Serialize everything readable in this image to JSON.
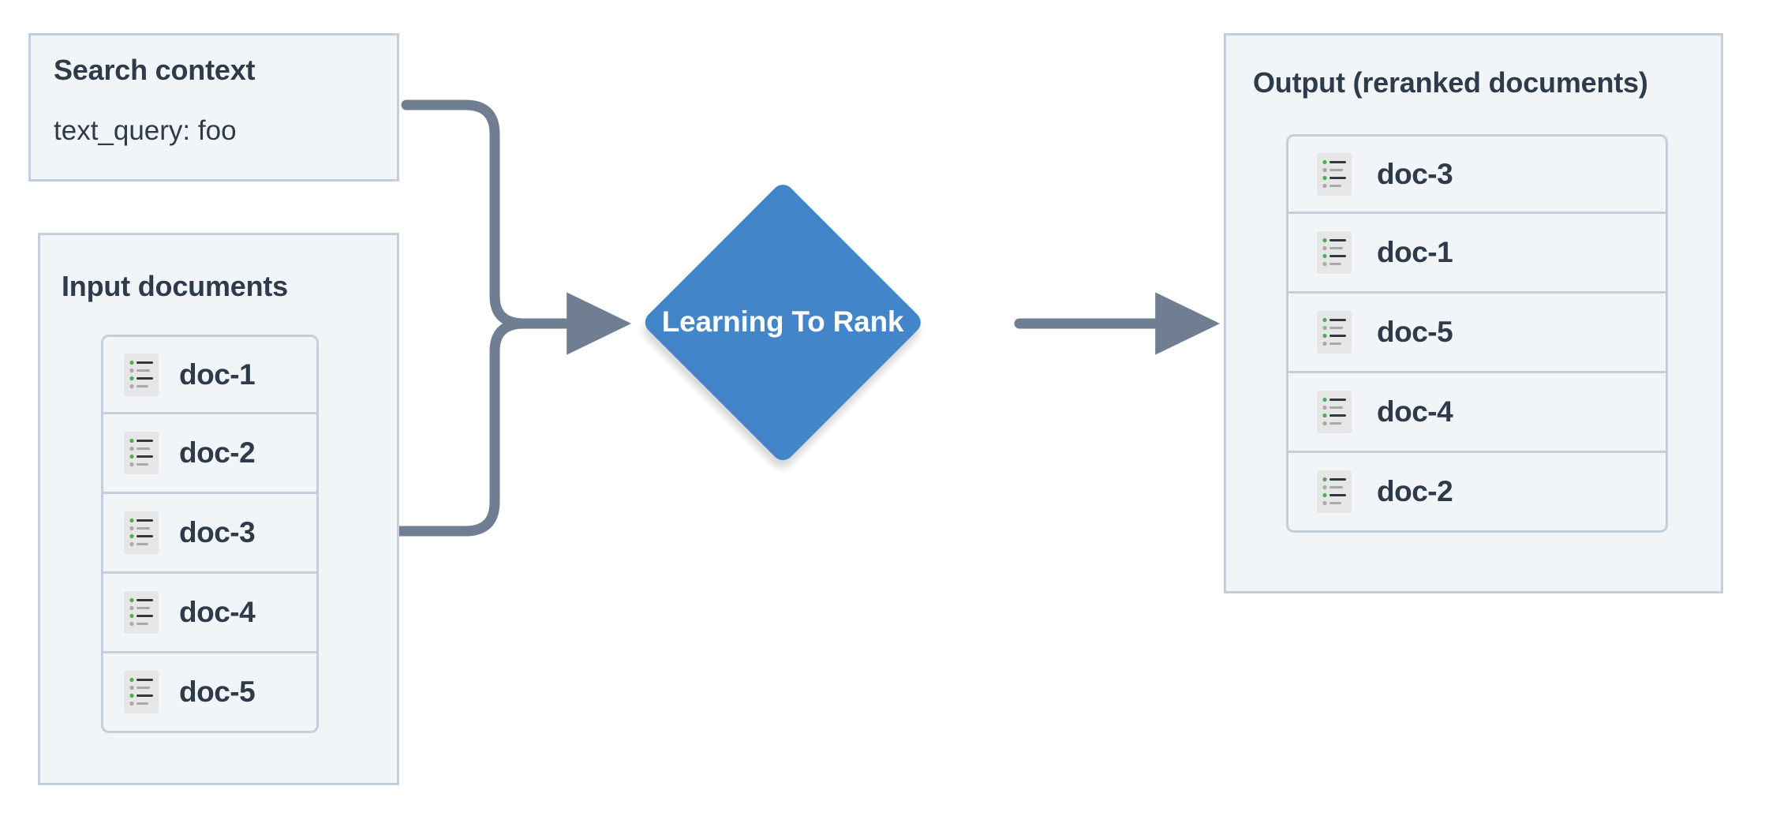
{
  "diagram": {
    "title": "Learning To Rank reranking flow",
    "background_color": "#ffffff",
    "accent_color": "#4285c9",
    "panel_fill": "#f2f5f7",
    "panel_border": "#c3d0dc",
    "text_color": "#2d3b4a",
    "connector_color": "#6f7f91"
  },
  "search_context": {
    "title": "Search context",
    "query_line": "text_query: foo"
  },
  "input": {
    "title": "Input documents",
    "documents": [
      {
        "label": "doc-1",
        "icon": "document-list-icon"
      },
      {
        "label": "doc-2",
        "icon": "document-list-icon"
      },
      {
        "label": "doc-3",
        "icon": "document-list-icon"
      },
      {
        "label": "doc-4",
        "icon": "document-list-icon"
      },
      {
        "label": "doc-5",
        "icon": "document-list-icon"
      }
    ]
  },
  "process": {
    "label": "Learning To Rank",
    "shape": "diamond",
    "fill": "#4285c9",
    "text_color": "#ffffff"
  },
  "output": {
    "title": "Output (reranked documents)",
    "documents": [
      {
        "label": "doc-3",
        "icon": "document-list-icon"
      },
      {
        "label": "doc-1",
        "icon": "document-list-icon"
      },
      {
        "label": "doc-5",
        "icon": "document-list-icon"
      },
      {
        "label": "doc-4",
        "icon": "document-list-icon"
      },
      {
        "label": "doc-2",
        "icon": "document-list-icon"
      }
    ]
  },
  "connectors": [
    {
      "name": "search-context-to-ltr",
      "from": "search_context",
      "to": "process",
      "style": "elbow-arrow"
    },
    {
      "name": "input-documents-to-ltr",
      "from": "input",
      "to": "process",
      "style": "elbow-arrow"
    },
    {
      "name": "ltr-to-output",
      "from": "process",
      "to": "output",
      "style": "straight-arrow"
    }
  ]
}
